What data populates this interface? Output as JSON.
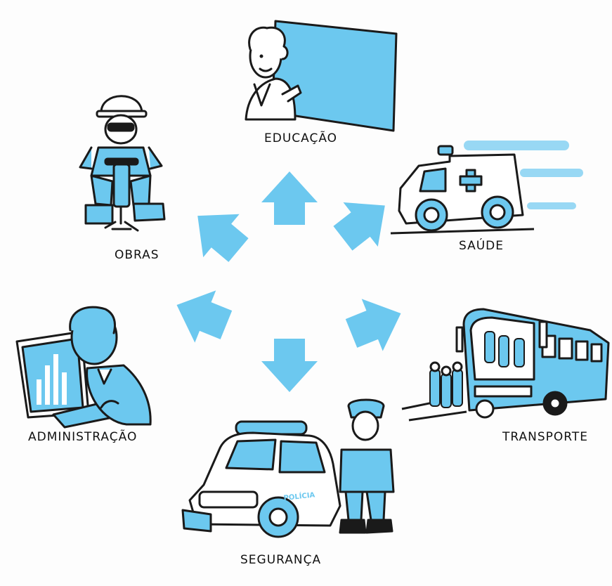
{
  "diagram": {
    "accent_color": "#6cc8ef",
    "outline_color": "#1a1a1a",
    "center_icon": "arrows-radiating-outward",
    "sectors": [
      {
        "id": "educacao",
        "label": "EDUCAÇÃO",
        "icon": "teacher-at-board-icon"
      },
      {
        "id": "saude",
        "label": "SAÚDE",
        "icon": "ambulance-icon"
      },
      {
        "id": "obras",
        "label": "OBRAS",
        "icon": "jackhammer-worker-icon"
      },
      {
        "id": "administracao",
        "label": "ADMINISTRAÇÃO",
        "icon": "office-worker-computer-icon"
      },
      {
        "id": "transporte",
        "label": "TRANSPORTE",
        "icon": "bus-icon"
      },
      {
        "id": "seguranca",
        "label": "SEGURANÇA",
        "icon": "police-car-officer-icon"
      }
    ],
    "police_car_text": "POLÍCIA"
  }
}
